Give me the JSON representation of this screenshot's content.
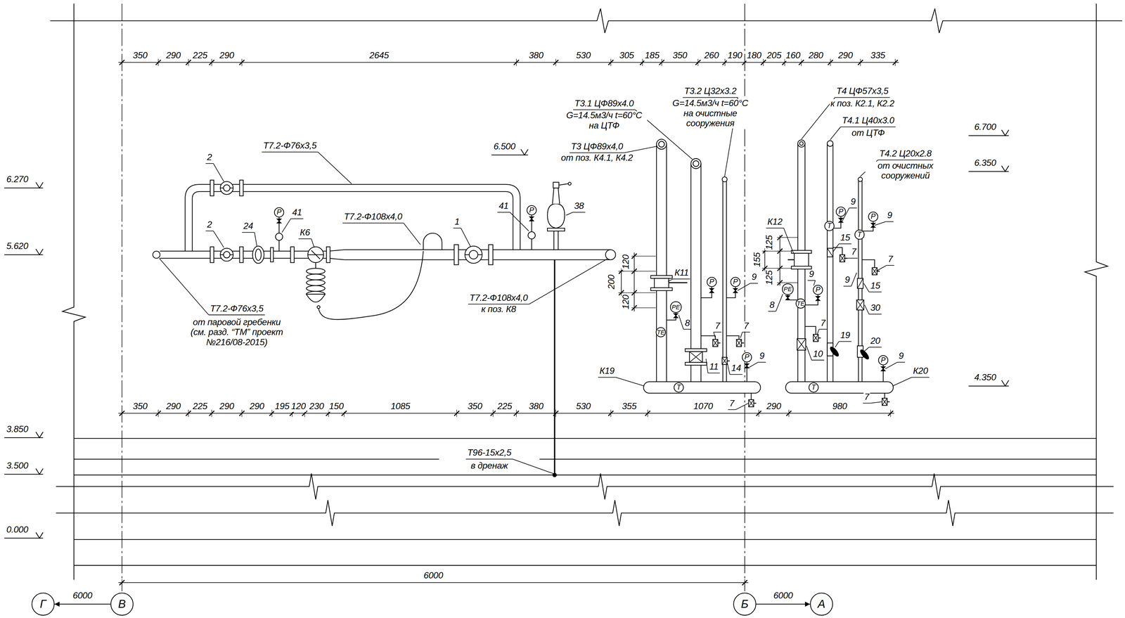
{
  "diagram": {
    "nodes": [
      {
        "text": [
          "P"
        ]
      },
      {
        "text": [
          "P"
        ]
      },
      {
        "text": [
          "P"
        ]
      },
      {
        "text": [
          "P"
        ]
      },
      {
        "text": [
          "PE"
        ]
      },
      {
        "text": [
          "TE"
        ]
      },
      {
        "text": [
          "T"
        ]
      },
      {
        "text": [
          "P"
        ]
      },
      {
        "text": [
          "P"
        ]
      },
      {
        "text": [
          "T"
        ]
      },
      {
        "text": [
          "T"
        ]
      },
      {
        "text": [
          "P"
        ]
      },
      {
        "text": [
          "PE"
        ]
      },
      {
        "text": [
          "P"
        ]
      },
      {
        "text": [
          "TE"
        ]
      },
      {
        "text": [
          "T"
        ]
      },
      {
        "text": [
          "P"
        ]
      },
      {
        "text": [
          "Г"
        ]
      },
      {
        "text": [
          "В"
        ]
      },
      {
        "text": [
          "Б"
        ]
      },
      {
        "text": [
          "А"
        ]
      }
    ],
    "edges": [
      {
        "from": 18,
        "to": 17,
        "arrow": "to",
        "label": "6000"
      },
      {
        "from": 19,
        "to": 20,
        "arrow": "to",
        "label": "6000"
      }
    ],
    "labels": [
      "350",
      "290",
      "225",
      "290",
      "2645",
      "380",
      "530",
      "305",
      "185",
      "350",
      "260",
      "190",
      "180",
      "205",
      "160",
      "280",
      "290",
      "335",
      "350",
      "290",
      "225",
      "290",
      "290",
      "195",
      "120",
      "230",
      "150",
      "1085",
      "350",
      "225",
      "380",
      "530",
      "355",
      "1070",
      "290",
      "980",
      "6000",
      "200",
      "120",
      "120",
      "125",
      "155",
      "125",
      "6.270",
      "5.620",
      "3.850",
      "3.500",
      "0.000",
      "6.500",
      "6.700",
      "6.350",
      "4.350",
      "Т7.2-Ф76х3,5",
      "Т7.2-Ф108х4,0",
      "Т7.2-Ф76х3,5",
      "от паровой гребенки (см. разд. “ТМ” проект №216/08-2015)",
      "Т7.2-Ф108х4,0",
      "к поз. К8",
      "Т3.1 ЦФ89х4.0",
      "G=14.5м3/ч t=60°C на ЦТФ",
      "Т3 ЦФ89х4,0",
      "от поз. К4.1, К4.2",
      "Т3.2 Ц32х3.2",
      "G=14.5м3/ч t=60°C на очистные сооружения",
      "Т4 ЦФ57х3,5",
      "к поз. К2.1, К2.2",
      "Т4.1 Ц40х3.0",
      "от ЦТФ",
      "Т4.2 Ц20х2.8",
      "от очистных сооружений",
      "Т96-15х2,5",
      "в дренаж",
      "2",
      "2",
      "24",
      "41",
      "К6",
      "1",
      "41",
      "38",
      "К11",
      "8",
      "9",
      "7",
      "7",
      "11",
      "14",
      "9",
      "7",
      "К19",
      "К12",
      "15",
      "7",
      "9",
      "9",
      "7",
      "9",
      "8",
      "15",
      "9",
      "30",
      "7",
      "19",
      "10",
      "20",
      "9",
      "7",
      "К20"
    ]
  }
}
